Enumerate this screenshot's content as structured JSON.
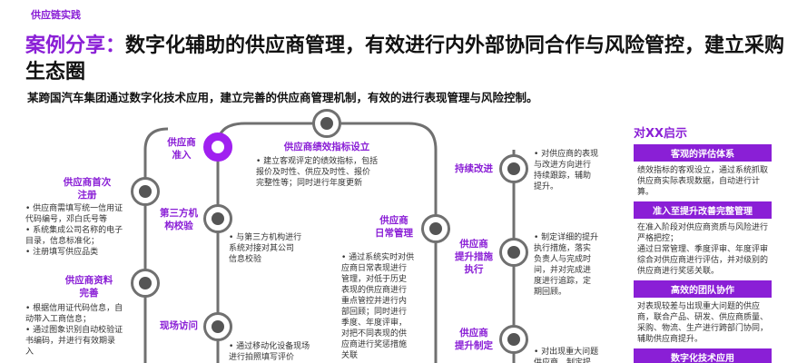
{
  "header": {
    "tag": "供应链实践",
    "title_highlight": "案例分享：",
    "title_rest": "数字化辅助的供应商管理，有效进行内外部协同合作与风险管控，建立采购生态圈",
    "subtitle": "某跨国汽车集团通过数字化技术应用，建立完善的供应商管理机制，有效的进行表现管理与风险控制。"
  },
  "flow": {
    "nodes": {
      "register": "供应商首次\n注册",
      "verify_third": "第三方机\n构校验",
      "complete": "供应商资料\n完善",
      "visit": "现场访问",
      "admit": "供应商\n准入",
      "kpi": "供应商绩效指标设立",
      "daily": "供应商\n日常管理",
      "improve": "持续改进",
      "upgrade": "供应商\n提升措施\n执行",
      "plan": "供应商\n提升制定"
    },
    "texts": {
      "register": "• 供应商需填写统一信用证\n  代码编号，邓白氏号等\n• 系统集成公司名称的电子\n  目录，信息标准化；\n• 注册填写供应品类",
      "complete": "• 根据信用证代码信息，自\n  动带入工商信息；\n• 通过图象识别自动校验证\n  书编码，并进行有效期录\n  入",
      "verify_third": "• 与第三方机构进行\n  系统对接对其公司\n  信息校验",
      "visit": "• 通过移动化设备现场\n  进行拍照填写评价",
      "kpi": "• 建立客观评定的绩效指标，包括\n  报价及时性、供应及时性、报价\n  完整性等；同时进行年度更新",
      "daily": "• 通过系统实时对供\n  应商日常表现进行\n  管理，对低于历史\n  表现的供应商进行\n  重点管控并进行内\n  部回顾；同时进行\n  季度、年度评审，\n  对把不同表现的供\n  应商进行奖惩措施\n  关联",
      "improve": "• 对供应商的表现\n  与改进方向进行\n  持续跟踪，辅助\n  提升。",
      "upgrade": "• 制定详细的提升\n  执行措施，落实\n  负责人与完成时\n  间，并对完成进\n  度进行追踪，定\n  期回顾。",
      "plan": "• 对出现重大问题\n  供应商，制定提"
    }
  },
  "panel": {
    "title": "对XX启示",
    "sections": [
      {
        "heading": "客观的评估体系",
        "body": "绩效指标的客观设立，通过系统抓取供应商实际表现数据，自动进行计算。"
      },
      {
        "heading": "准入至提升改善完整管理",
        "body": "在准入阶段对供应商资质与风险进行严格把控；\n通过日常管理、季度评审、年度评审综合对供应商进行评估，并对级别的供应商进行奖惩关联。"
      },
      {
        "heading": "高效的团队协作",
        "body": "对表现较差与出现重大问题的供应商，联合产品、研发、供应商质量、采购、物流、生产进行跨部门协同，辅助供应商提升。"
      },
      {
        "heading": "数字化技术应用",
        "body": ""
      }
    ]
  },
  "colors": {
    "accent": "#8a1fd6",
    "node_gray": "#707070"
  }
}
